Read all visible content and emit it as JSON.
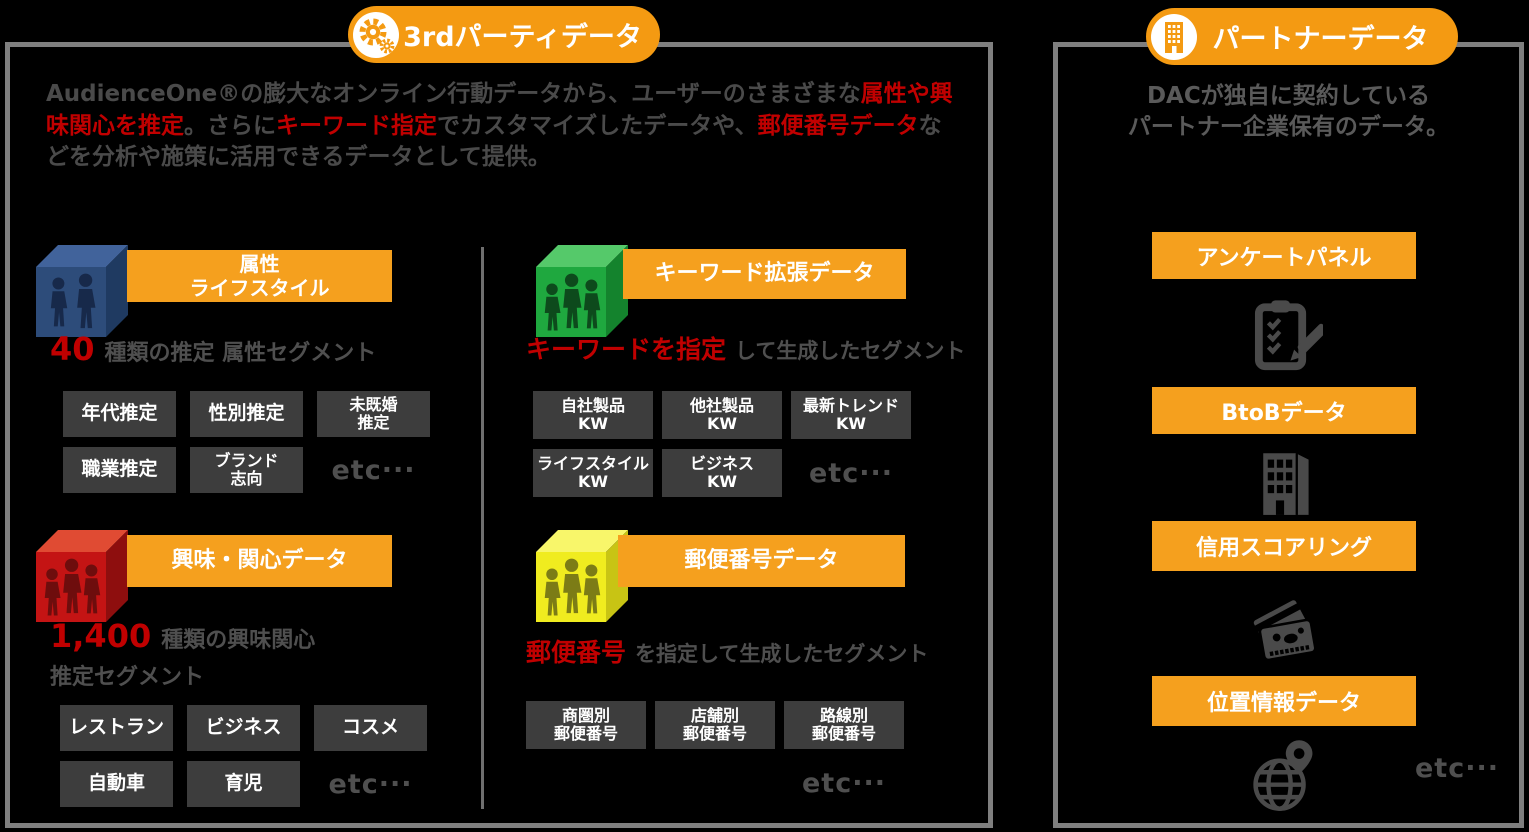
{
  "colors": {
    "background": "#000000",
    "panel_border": "#7f7f7f",
    "accent_orange": "#F5A01E",
    "accent_red": "#C00000",
    "body_text": "#4a4a4a",
    "box_bg": "#3D3D3D",
    "box_text": "#ffffff",
    "icon_gray": "#4a4a4a"
  },
  "third_party": {
    "badge_label": "3rdパーティデータ",
    "description": {
      "seg1": "AudienceOne®の膨大なオンライン行動データから、ユーザーのさまざまな",
      "seg2_red": "属性や興味関心を推定",
      "seg3": "。さらに",
      "seg4_red": "キーワード指定",
      "seg5": "でカスタマイズしたデータや、",
      "seg6_red": "郵便番号データ",
      "seg7": "などを分析や施策に活用できるデータとして提供。"
    },
    "attribute": {
      "header_line1": "属性",
      "header_line2": "ライフスタイル",
      "count": "40",
      "count_suffix": "種類の推定 属性セグメント",
      "cube": {
        "top": "#41639b",
        "side": "#1f3a61",
        "front": "#2d4c7a",
        "figure": "#17294a"
      },
      "boxes": {
        "b1": "年代推定",
        "b2": "性別推定",
        "b3_line1": "未既婚",
        "b3_line2": "推定",
        "b4": "職業推定",
        "b5_line1": "ブランド",
        "b5_line2": "志向"
      },
      "etc": "etc···"
    },
    "interest": {
      "header": "興味・関心データ",
      "count": "1,400",
      "count_suffix": "種類の興味関心",
      "count_suffix2": "推定セグメント",
      "cube": {
        "top": "#e04b33",
        "side": "#8e0e0e",
        "front": "#c41414",
        "figure": "#6e0d0d"
      },
      "boxes": {
        "b1": "レストラン",
        "b2": "ビジネス",
        "b3": "コスメ",
        "b4": "自動車",
        "b5": "育児"
      },
      "etc": "etc···"
    },
    "keyword": {
      "header": "キーワード拡張データ",
      "lead_red": "キーワードを指定",
      "lead_gray": "して生成したセグメント",
      "cube": {
        "top": "#55c96a",
        "side": "#14832d",
        "front": "#1fa83f",
        "figure": "#0d4a1c"
      },
      "boxes": {
        "b1_line1": "自社製品",
        "b1_line2": "KW",
        "b2_line1": "他社製品",
        "b2_line2": "KW",
        "b3_line1": "最新トレンド",
        "b3_line2": "KW",
        "b4_line1": "ライフスタイル",
        "b4_line2": "KW",
        "b5_line1": "ビジネス",
        "b5_line2": "KW"
      },
      "etc": "etc···"
    },
    "zipcode": {
      "header": "郵便番号データ",
      "lead_red": "郵便番号",
      "lead_gray": "を指定して生成したセグメント",
      "cube": {
        "top": "#f8f66a",
        "side": "#c8c414",
        "front": "#f0ec1f",
        "figure": "#7c7c16"
      },
      "boxes": {
        "b1_line1": "商圏別",
        "b1_line2": "郵便番号",
        "b2_line1": "店舗別",
        "b2_line2": "郵便番号",
        "b3_line1": "路線別",
        "b3_line2": "郵便番号"
      },
      "etc": "etc···"
    }
  },
  "partner": {
    "badge_label": "パートナーデータ",
    "description_line1": "DACが独自に契約している",
    "description_line2": "パートナー企業保有のデータ。",
    "bars": {
      "b1": "アンケートパネル",
      "b2": "BtoBデータ",
      "b3": "信用スコアリング",
      "b4": "位置情報データ"
    },
    "etc": "etc···"
  }
}
